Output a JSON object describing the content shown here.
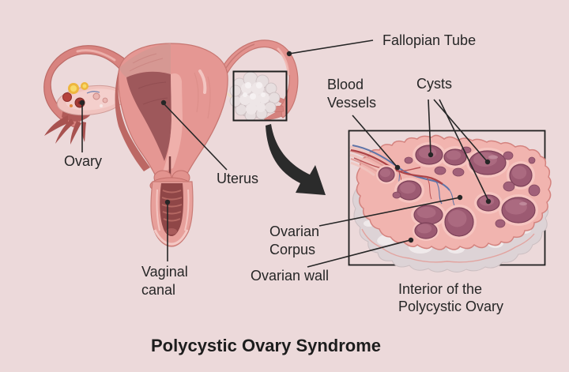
{
  "title": "Polycystic Ovary Syndrome",
  "panel_caption": "Interior of the\nPolycystic Ovary",
  "labels": {
    "fallopian_tube": "Fallopian Tube",
    "ovary": "Ovary",
    "uterus": "Uterus",
    "vaginal_canal": "Vaginal\ncanal",
    "blood_vessels": "Blood\nVessels",
    "cysts": "Cysts",
    "ovarian_corpus": "Ovarian\nCorpus",
    "ovarian_wall": "Ovarian wall"
  },
  "palette": {
    "background": "#ecd9da",
    "annotation_line": "#262626",
    "text": "#262626",
    "uterus_outer": "#e59793",
    "uterus_cavity": "#9e585b",
    "cyst_body": "#9c5a72",
    "ovarian_wall_grey": "#ddd3d6",
    "vessel_red": "#ad4347",
    "vessel_blue": "#5f74a8",
    "polycystic_ovary_white": "#e7dedf"
  }
}
